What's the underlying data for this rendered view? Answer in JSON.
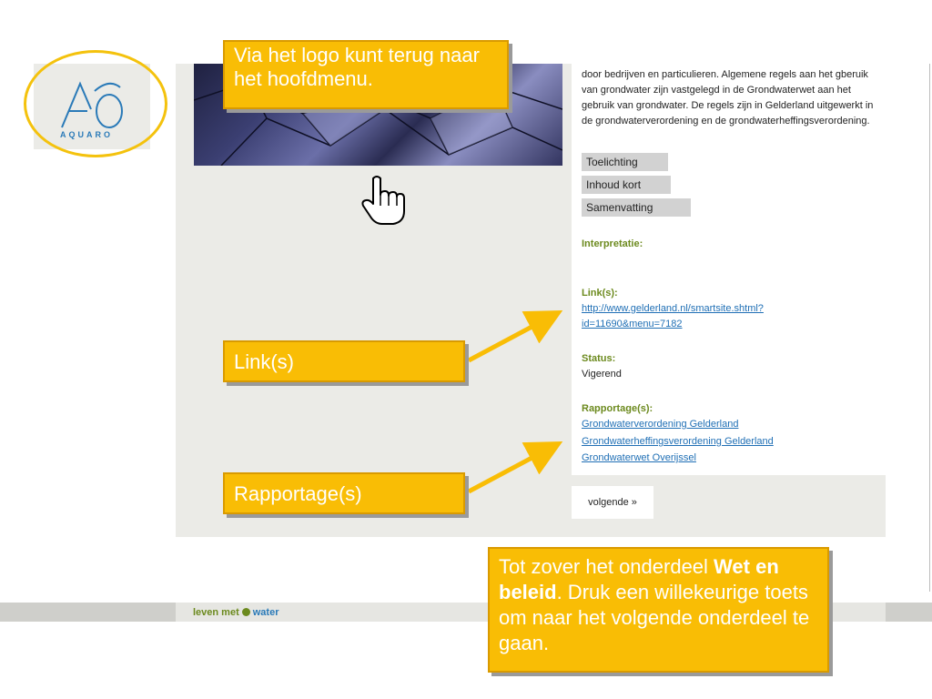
{
  "logo": {
    "text": "AQUARO"
  },
  "content": {
    "intro": "door bedrijven en particulieren. Algemene regels aan het gberuik van grondwater zijn vastgelegd in de Grondwaterwet aan het gebruik van grondwater. De regels zijn in Gelderland uitgewerkt in de grondwaterverordening en de grondwaterheffingsverordening.",
    "tabs": [
      "Toelichting",
      "Inhoud kort",
      "Samenvatting"
    ],
    "interpretatie_label": "Interpretatie:",
    "links_label": "Link(s):",
    "link_line1": "http://www.gelderland.nl/smartsite.shtml?",
    "link_line2": "id=11690&menu=7182",
    "status_label": "Status:",
    "status_value": "Vigerend",
    "rapportage_label": "Rapportage(s):",
    "rapportages": [
      "Grondwaterverordening Gelderland",
      "Grondwaterheffingsverordening Gelderland",
      "Grondwaterwet Overijssel"
    ],
    "next_label": "volgende »"
  },
  "footer": {
    "slogan_part1": "leven met",
    "slogan_part2": "water"
  },
  "callouts": {
    "logo_hint": "Via het logo kunt terug naar het hoofdmenu.",
    "links_hint": "Link(s)",
    "rapportage_hint": "Rapportage(s)",
    "final_part1": "Tot zover het onderdeel ",
    "final_bold": "Wet en beleid",
    "final_part2": ". Druk een willekeurige toets om naar het volgende onderdeel te gaan."
  },
  "colors": {
    "callout": "#f9bd05",
    "accent_green": "#6c8a1e",
    "link_blue": "#1f6fb5",
    "ring": "#f4c20d"
  },
  "icons": [
    "hand-pointer-icon",
    "aquaro-logo-icon",
    "arrow-icon"
  ]
}
